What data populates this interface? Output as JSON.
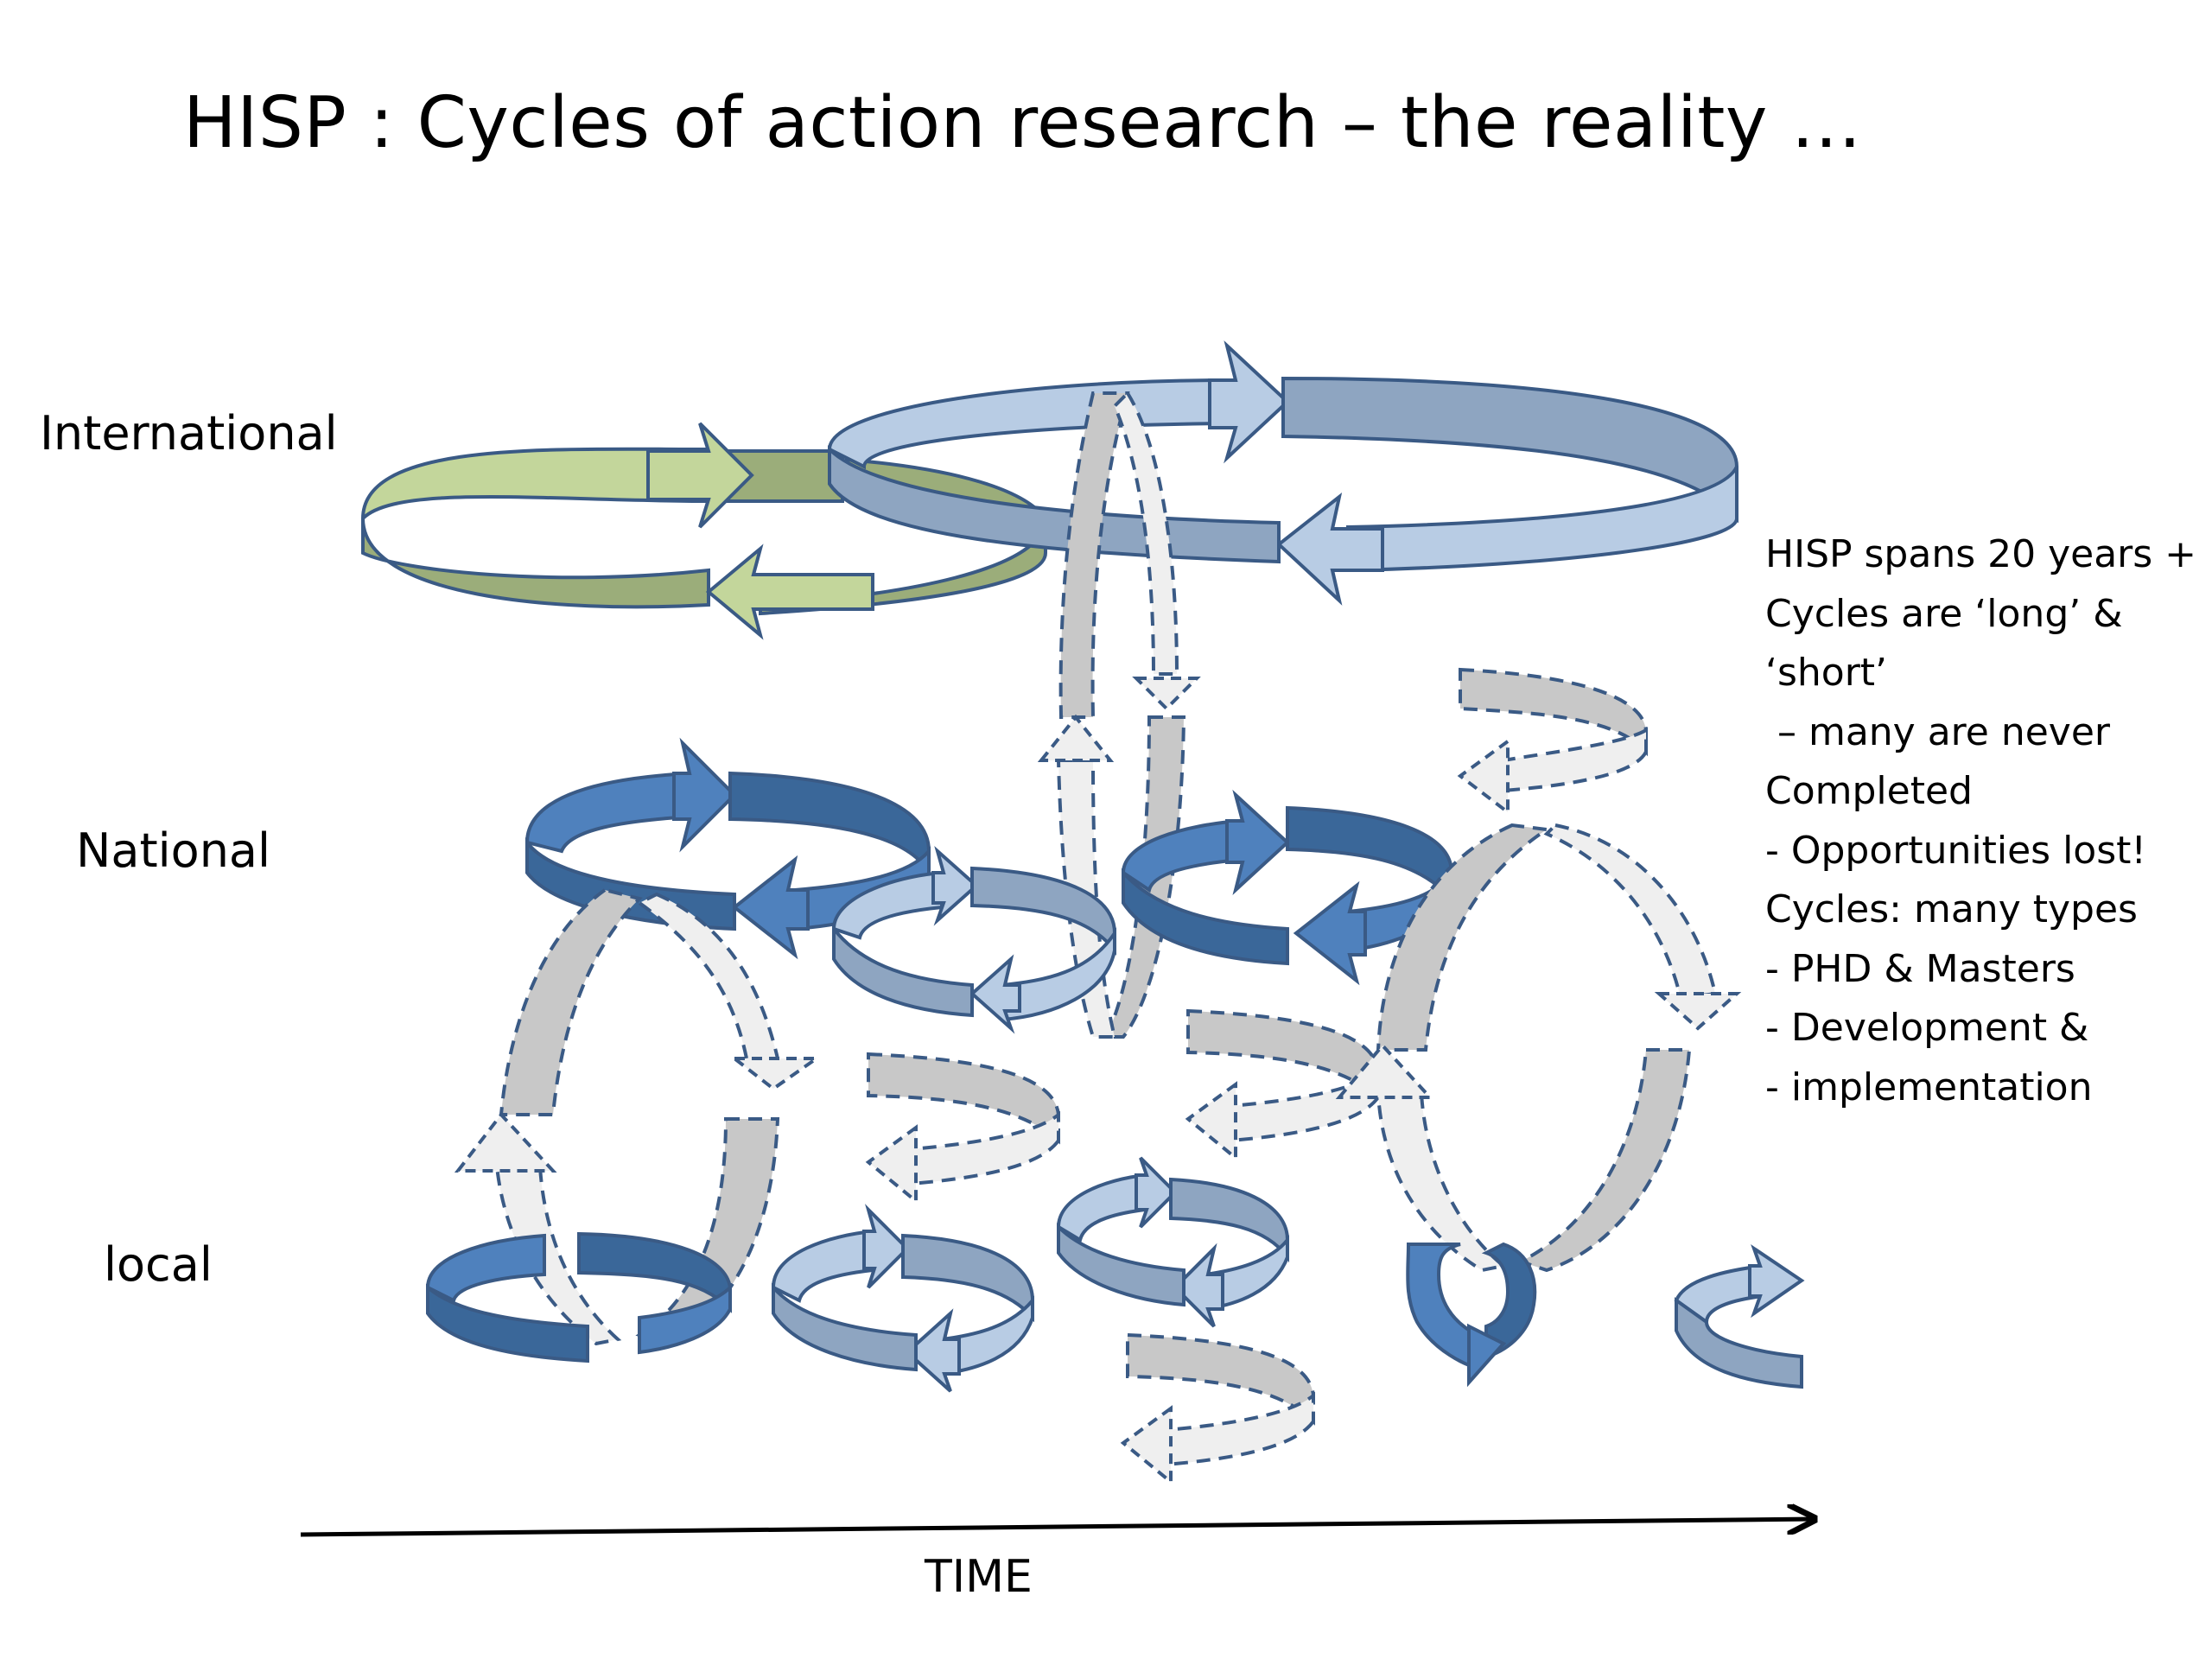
{
  "title": "HISP : Cycles of action research – the reality …",
  "levels": {
    "international": "International",
    "national": "National",
    "local": "local"
  },
  "axis_label": "TIME",
  "notes": [
    "HISP spans 20 years +",
    "Cycles are ‘long’ &",
    "‘short’",
    " – many are never",
    "Completed",
    "- Opportunities lost!",
    "Cycles: many types",
    "- PHD & Masters",
    "- Development &",
    "- implementation"
  ],
  "colors": {
    "green_light": "#c3d69b",
    "green_dark": "#9bad7a",
    "blue_pale": "#b8cce4",
    "blue_slate": "#8ea5c1",
    "blue_mid": "#4f81bd",
    "blue_dark": "#3a6799",
    "grey": "#c8c8c8",
    "grey_pale": "#efefef",
    "outline": "#3a5a85"
  }
}
